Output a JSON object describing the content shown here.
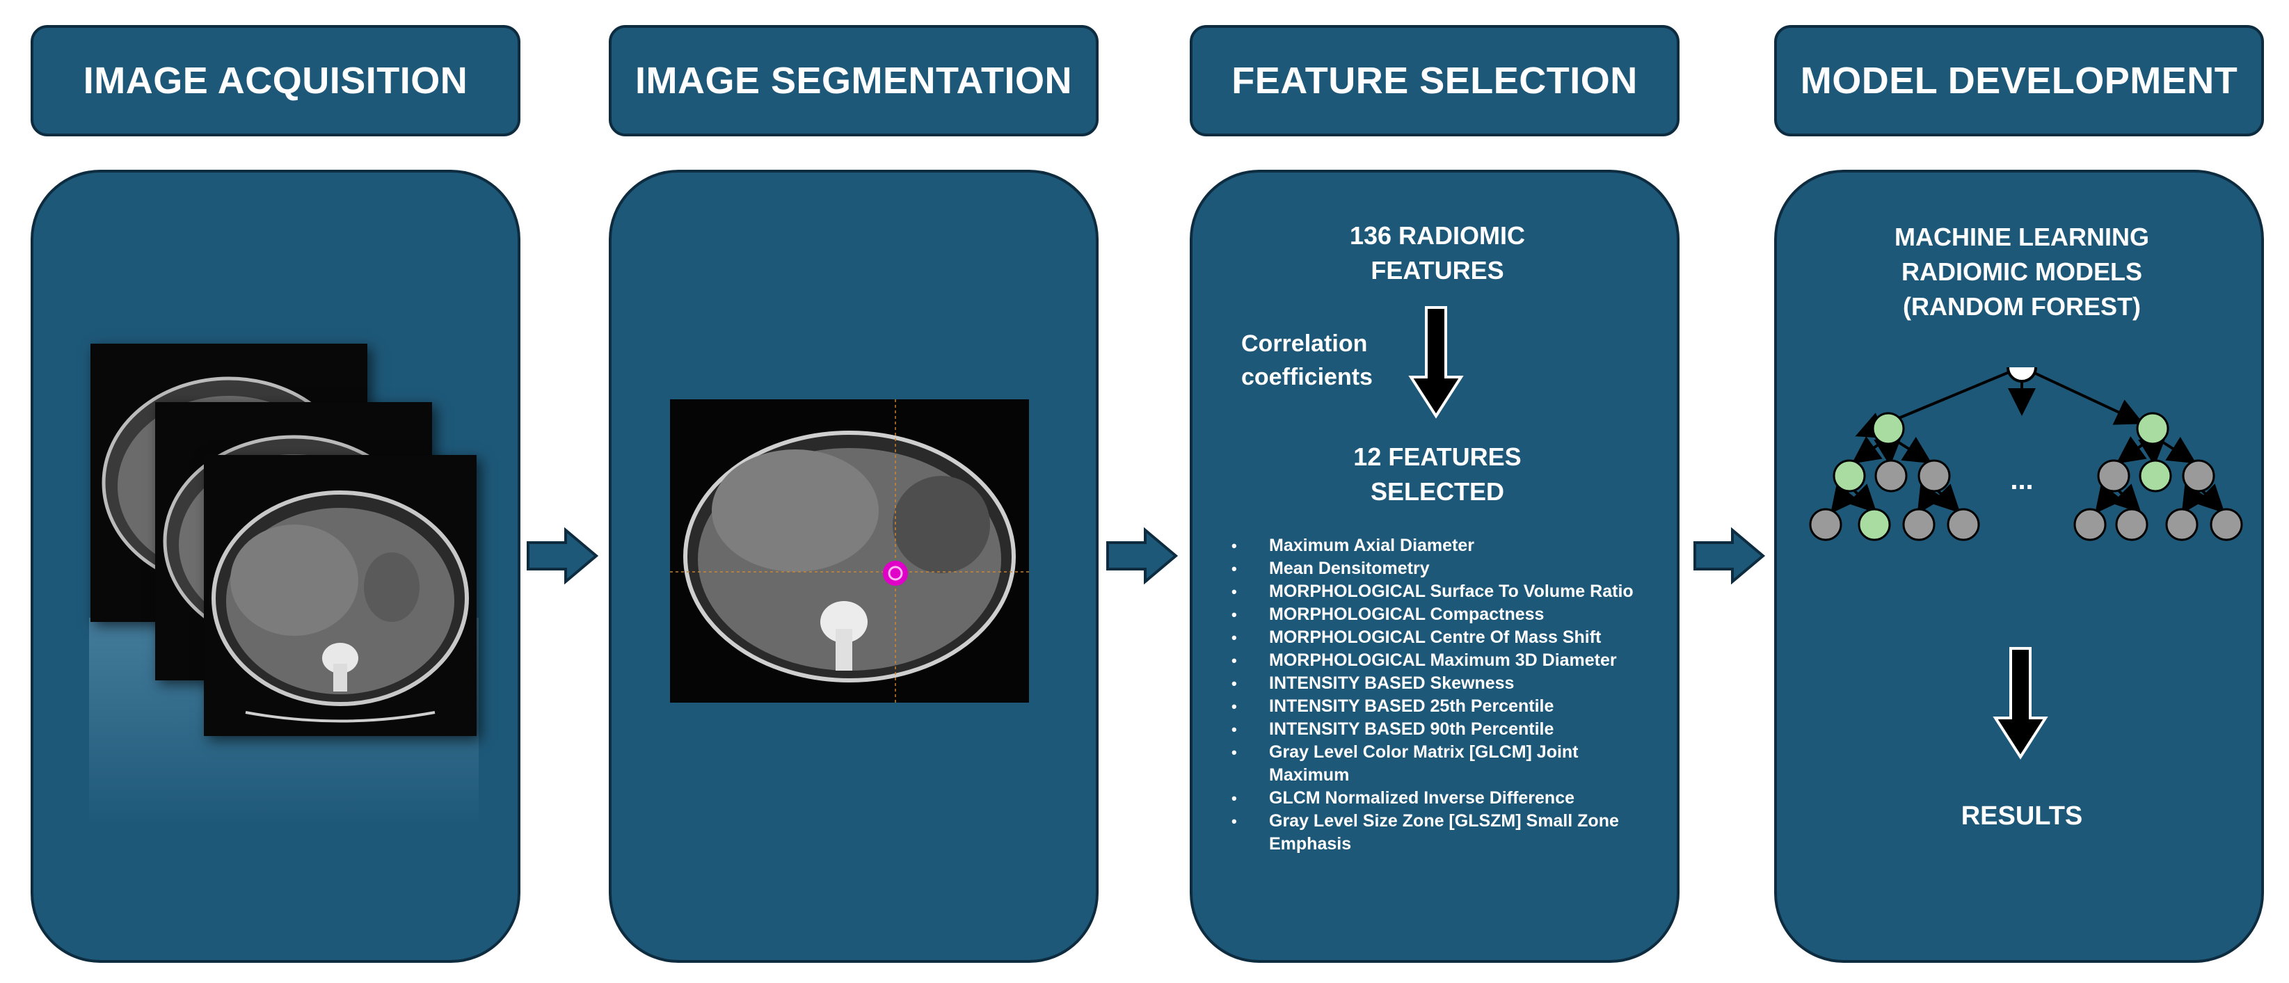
{
  "stages": [
    {
      "title": "IMAGE ACQUISITION"
    },
    {
      "title": "IMAGE SEGMENTATION"
    },
    {
      "title": "FEATURE SELECTION"
    },
    {
      "title": "MODEL DEVELOPMENT"
    }
  ],
  "feature_selection": {
    "input_line1": "136 RADIOMIC",
    "input_line2": "FEATURES",
    "method_line1": "Correlation",
    "method_line2": "coefficients",
    "output_line1": "12 FEATURES",
    "output_line2": "SELECTED",
    "features": [
      "Maximum Axial Diameter",
      "Mean Densitometry",
      "MORPHOLOGICAL Surface To Volume Ratio",
      "MORPHOLOGICAL Compactness",
      "MORPHOLOGICAL Centre Of Mass Shift",
      "MORPHOLOGICAL Maximum 3D Diameter",
      "INTENSITY BASED Skewness",
      "INTENSITY BASED 25th Percentile",
      "INTENSITY BASED 90th Percentile",
      "Gray Level Color Matrix [GLCM] Joint Maximum",
      "GLCM Normalized Inverse Difference",
      "Gray Level Size Zone [GLSZM] Small Zone Emphasis"
    ]
  },
  "model_development": {
    "model_line1": "MACHINE LEARNING",
    "model_line2": "RADIOMIC MODELS",
    "model_line3": "(RANDOM FOREST)",
    "ellipsis": "...",
    "results": "RESULTS"
  },
  "colors": {
    "panel_fill": "#1e5878",
    "panel_border": "#0e2c40",
    "tree_node_selected": "#a8dca0",
    "tree_node_other": "#9a9a9a",
    "segmentation_marker": "#e000c8"
  }
}
